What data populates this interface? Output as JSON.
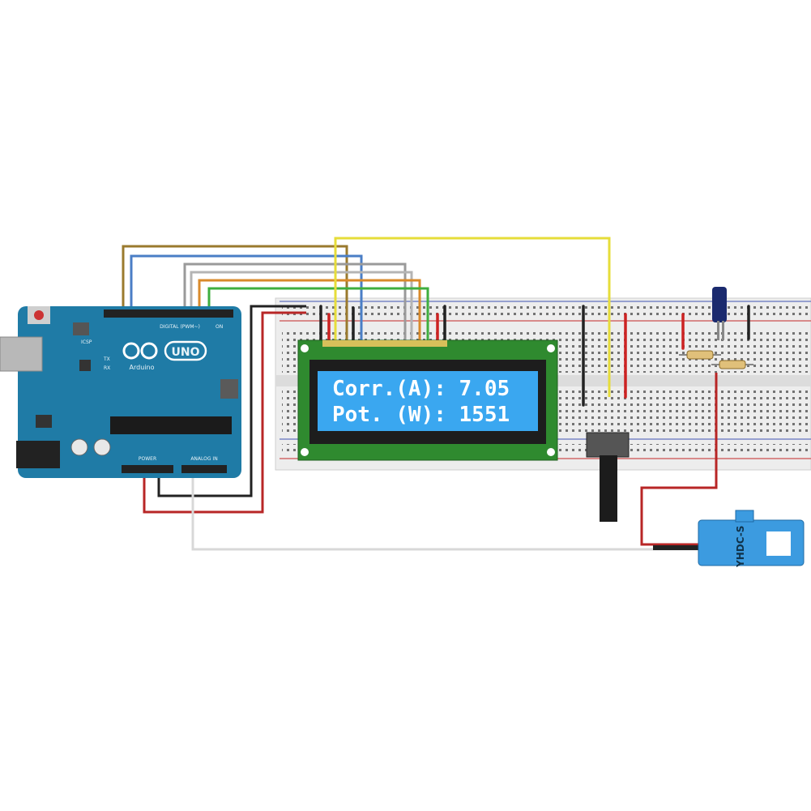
{
  "arduino": {
    "logo_text": "UNO",
    "brand_text": "Arduino",
    "digital_label": "DIGITAL (PWM~)",
    "analog_label": "ANALOG IN",
    "power_label": "POWER",
    "tx_label": "TX",
    "rx_label": "RX",
    "icsp_label": "ICSP",
    "on_label": "ON"
  },
  "lcd": {
    "line1": "Corr.(A): 7.05",
    "line2": "Pot. (W): 1551"
  },
  "sensor": {
    "label": "YHDC-S"
  },
  "colors": {
    "board": "#1f7ba6",
    "breadboard": "#eeeeee",
    "lcd_pcb": "#2f8a2f",
    "lcd_screen": "#3aa7f0",
    "sensor": "#3c9be0"
  }
}
